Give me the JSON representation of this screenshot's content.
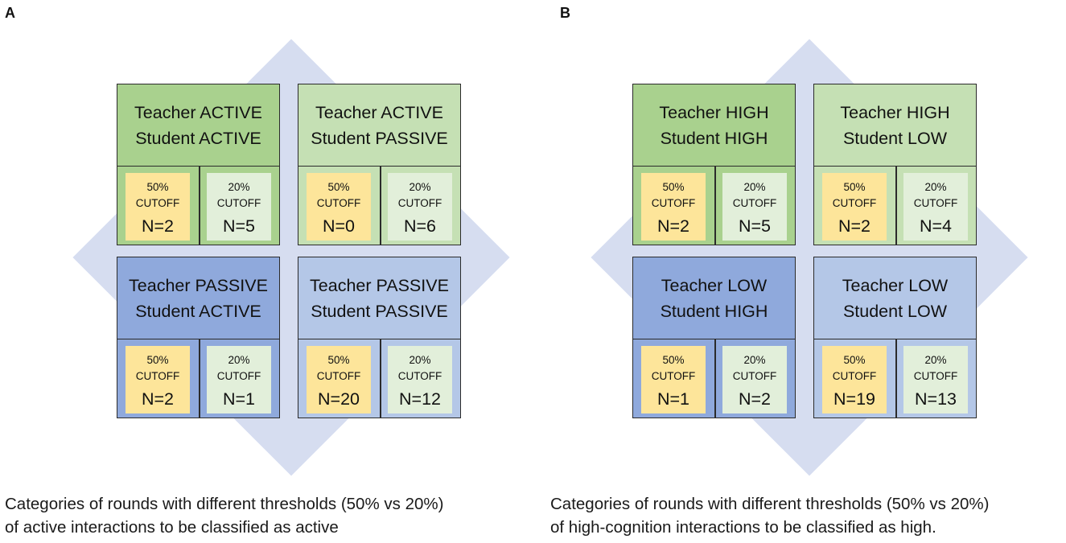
{
  "panels": [
    {
      "letter": "A",
      "caption_lines": [
        "Categories of rounds with different thresholds (50% vs 20%)",
        "of active interactions to be classified as active"
      ],
      "quadrants": [
        {
          "title_lines": [
            "Teacher ACTIVE",
            "Student ACTIVE"
          ],
          "color": "#a9d18e",
          "left": {
            "pct": "50%",
            "cut": "CUTOFF",
            "n": "N=2"
          },
          "right": {
            "pct": "20%",
            "cut": "CUTOFF",
            "n": "N=5"
          }
        },
        {
          "title_lines": [
            "Teacher ACTIVE",
            "Student PASSIVE"
          ],
          "color": "#c5e0b4",
          "left": {
            "pct": "50%",
            "cut": "CUTOFF",
            "n": "N=0"
          },
          "right": {
            "pct": "20%",
            "cut": "CUTOFF",
            "n": "N=6"
          }
        },
        {
          "title_lines": [
            "Teacher PASSIVE",
            "Student ACTIVE"
          ],
          "color": "#8fa9dc",
          "left": {
            "pct": "50%",
            "cut": "CUTOFF",
            "n": "N=2"
          },
          "right": {
            "pct": "20%",
            "cut": "CUTOFF",
            "n": "N=1"
          }
        },
        {
          "title_lines": [
            "Teacher PASSIVE",
            "Student PASSIVE"
          ],
          "color": "#b4c7e7",
          "left": {
            "pct": "50%",
            "cut": "CUTOFF",
            "n": "N=20"
          },
          "right": {
            "pct": "20%",
            "cut": "CUTOFF",
            "n": "N=12"
          }
        }
      ]
    },
    {
      "letter": "B",
      "caption_lines": [
        "Categories of rounds with different thresholds (50% vs 20%)",
        "of high-cognition interactions to be classified as high."
      ],
      "quadrants": [
        {
          "title_lines": [
            "Teacher HIGH",
            "Student HIGH"
          ],
          "color": "#a9d18e",
          "left": {
            "pct": "50%",
            "cut": "CUTOFF",
            "n": "N=2"
          },
          "right": {
            "pct": "20%",
            "cut": "CUTOFF",
            "n": "N=5"
          }
        },
        {
          "title_lines": [
            "Teacher HIGH",
            "Student LOW"
          ],
          "color": "#c5e0b4",
          "left": {
            "pct": "50%",
            "cut": "CUTOFF",
            "n": "N=2"
          },
          "right": {
            "pct": "20%",
            "cut": "CUTOFF",
            "n": "N=4"
          }
        },
        {
          "title_lines": [
            "Teacher LOW",
            "Student HIGH"
          ],
          "color": "#8fa9dc",
          "left": {
            "pct": "50%",
            "cut": "CUTOFF",
            "n": "N=1"
          },
          "right": {
            "pct": "20%",
            "cut": "CUTOFF",
            "n": "N=2"
          }
        },
        {
          "title_lines": [
            "Teacher LOW",
            "Student LOW"
          ],
          "color": "#b4c7e7",
          "left": {
            "pct": "50%",
            "cut": "CUTOFF",
            "n": "N=19"
          },
          "right": {
            "pct": "20%",
            "cut": "CUTOFF",
            "n": "N=13"
          }
        }
      ]
    }
  ],
  "colors": {
    "diamond": "#d6ddf0",
    "cutoff_50_fill": "#fde59a",
    "cutoff_20_fill": "#e2efda",
    "border": "#2b2b2b"
  }
}
